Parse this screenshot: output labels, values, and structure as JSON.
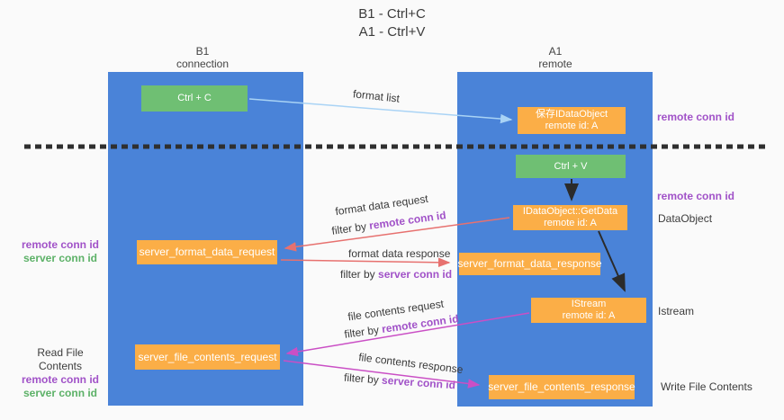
{
  "title": {
    "line1": "B1 - Ctrl+C",
    "line2": "A1 - Ctrl+V"
  },
  "columns": {
    "left": {
      "name": "B1",
      "subtitle": "connection"
    },
    "right": {
      "name": "A1",
      "subtitle": "remote"
    }
  },
  "nodes": {
    "ctrl_c": {
      "label": "Ctrl + C"
    },
    "save_dataobject": {
      "line1": "保存IDataObject",
      "line2": "remote id: A"
    },
    "ctrl_v": {
      "label": "Ctrl + V"
    },
    "getdata": {
      "line1": "IDataObject::GetData",
      "line2": "remote id: A"
    },
    "format_request": {
      "label": "server_format_data_request"
    },
    "format_response": {
      "label": "server_format_data_response"
    },
    "istream": {
      "line1": "IStream",
      "line2": "remote id: A"
    },
    "file_request": {
      "label": "server_file_contents_request"
    },
    "file_response": {
      "label": "server_file_contents_response"
    }
  },
  "arrow_labels": {
    "format_list": "format list",
    "format_data_request": "format data request",
    "format_data_response": "format data response",
    "file_contents_request": "file contents request",
    "file_contents_response": "file contents response",
    "filter_by": "filter by",
    "remote_conn_id": "remote conn id",
    "server_conn_id": "server conn id"
  },
  "side_labels": {
    "remote_conn_id_top": "remote conn id",
    "remote_conn_id_mid": "remote conn id",
    "dataobject": "DataObject",
    "istream": "Istream",
    "write_file_contents": "Write File Contents",
    "read_file_contents": "Read File Contents",
    "remote_conn_id_left1": "remote conn id",
    "server_conn_id_left1": "server conn id",
    "remote_conn_id_left2": "remote conn id",
    "server_conn_id_left2": "server conn id"
  },
  "colors": {
    "column_blue": "#4a83d8",
    "node_green": "#6fbf73",
    "node_orange": "#fbae47",
    "arrow_red": "#e7716f",
    "arrow_magenta": "#ca4fc5",
    "arrow_light_blue": "#a9d3f5",
    "arrow_black": "#2b2b2b",
    "text_purple": "#a152c8",
    "text_green": "#5cb167"
  }
}
